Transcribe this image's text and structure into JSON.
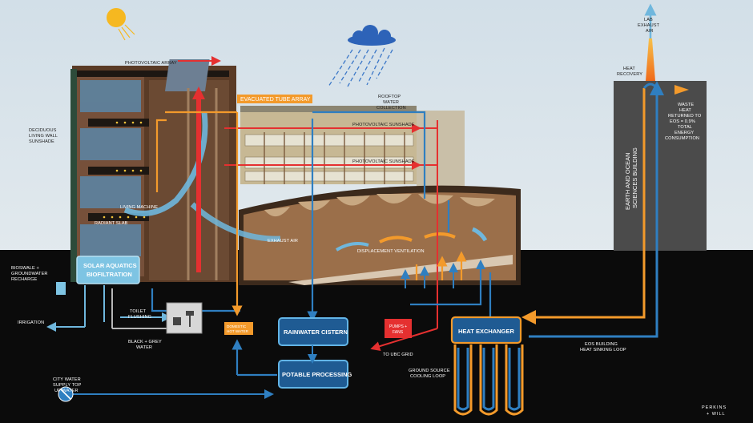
{
  "labels": {
    "photovoltaic_array": "PHOTOVOLTAIC ARRAY",
    "evacuated_tube_array": "EVACUATED TUBE ARRAY",
    "rooftop_water_1": "ROOFTOP",
    "rooftop_water_2": "WATER",
    "rooftop_water_3": "COLLECTION",
    "pv_sunshade_1": "PHOTOVOLTAIC SUNSHADE",
    "pv_sunshade_2": "PHOTOVOLTAIC SUNSHADE",
    "deciduous_1": "DECIDUOUS",
    "deciduous_2": "LIVING WALL",
    "deciduous_3": "SUNSHADE",
    "living_machine": "LIVING MACHINE",
    "radiant_slab": "RADIANT SLAB",
    "exhaust_air": "EXHAUST AIR",
    "displacement_ventilation": "DISPLACEMENT VENTILATION",
    "bioswale_1": "BIOSWALE +",
    "bioswale_2": "GROUNDWATER",
    "bioswale_3": "RECHARGE",
    "solar_aquatics_1": "SOLAR AQUATICS",
    "solar_aquatics_2": "BIOFILTRATION",
    "irrigation": "IRRIGATION",
    "toilet_1": "TOILET",
    "toilet_2": "FLUSHING",
    "black_grey_1": "BLACK + GREY",
    "black_grey_2": "WATER",
    "domestic_1": "DOMESTIC",
    "domestic_2": "HOT WATER",
    "rainwater_cistern": "RAINWATER CISTERN",
    "potable_processing": "POTABLE PROCESSING",
    "pumps_1": "PUMPS +",
    "pumps_2": "FANS",
    "to_ubc_grid": "TO UBC GRID",
    "heat_exchanger": "HEAT EXCHANGER",
    "ground_source_1": "GROUND SOURCE",
    "ground_source_2": "COOLING LOOP",
    "eos_loop_1": "EOS BUILDING",
    "eos_loop_2": "HEAT SINKING LOOP",
    "city_water_1": "CITY WATER",
    "city_water_2": "SUPPLY TOP",
    "city_water_3": "UP WATER",
    "lab_exhaust_1": "LAB",
    "lab_exhaust_2": "EXHAUST",
    "lab_exhaust_3": "AIR",
    "heat_recovery_1": "HEAT",
    "heat_recovery_2": "RECOVERY",
    "eos_building_1": "EARTH AND OCEAN",
    "eos_building_2": "SCIENCES BUILDING",
    "waste_heat_1": "WASTE",
    "waste_heat_2": "HEAT",
    "waste_heat_3": "RETURNED TO",
    "waste_heat_4": "EOS = 0.9%",
    "waste_heat_5": "TOTAL",
    "waste_heat_6": "ENERGY",
    "waste_heat_7": "CONSUMPTION",
    "logo_1": "PERKINS",
    "logo_2": "+ WILL"
  },
  "colors": {
    "sky": "#d8e3ea",
    "ground": "#0b0b0b",
    "water_blue": "#2f7fc1",
    "light_blue": "#6fb7dd",
    "orange": "#f39a2b",
    "red": "#e53030",
    "box_blue": "#1f5b93",
    "box_border": "#62b4e6",
    "tower_grey": "#4b4b4b"
  }
}
